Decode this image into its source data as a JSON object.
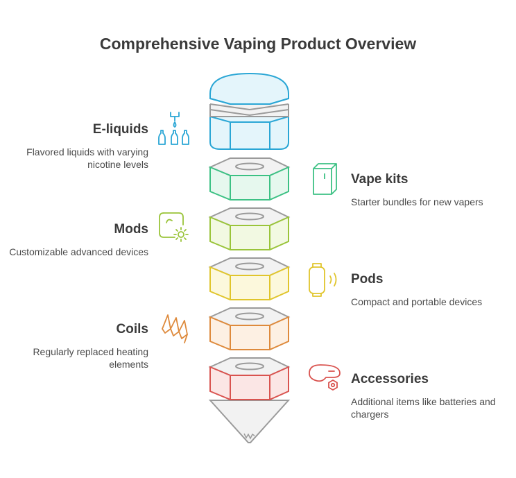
{
  "title": "Comprehensive Vaping Product Overview",
  "items": [
    {
      "label": "E-liquids",
      "description": "Flavored liquids with varying nicotine levels",
      "side": "left",
      "color": "#2aa6d5",
      "fill": "#e4f5fb",
      "icon": "e-liquid-bottles-icon"
    },
    {
      "label": "Vape kits",
      "description": "Starter bundles for new vapers",
      "side": "right",
      "color": "#3cc184",
      "fill": "#e6f8ee",
      "icon": "box-kit-icon"
    },
    {
      "label": "Mods",
      "description": "Customizable advanced devices",
      "side": "left",
      "color": "#9ac43a",
      "fill": "#f2f9e2",
      "icon": "device-gear-icon"
    },
    {
      "label": "Pods",
      "description": "Compact and portable devices",
      "side": "right",
      "color": "#e0c52c",
      "fill": "#fcf8dc",
      "icon": "pod-signal-icon"
    },
    {
      "label": "Coils",
      "description": "Regularly replaced heating elements",
      "side": "left",
      "color": "#de8a3c",
      "fill": "#fdf0e3",
      "icon": "coil-spring-icon"
    },
    {
      "label": "Accessories",
      "description": "Additional items like batteries and chargers",
      "side": "right",
      "color": "#d9534f",
      "fill": "#fbe6e5",
      "icon": "accessory-nut-icon"
    }
  ]
}
